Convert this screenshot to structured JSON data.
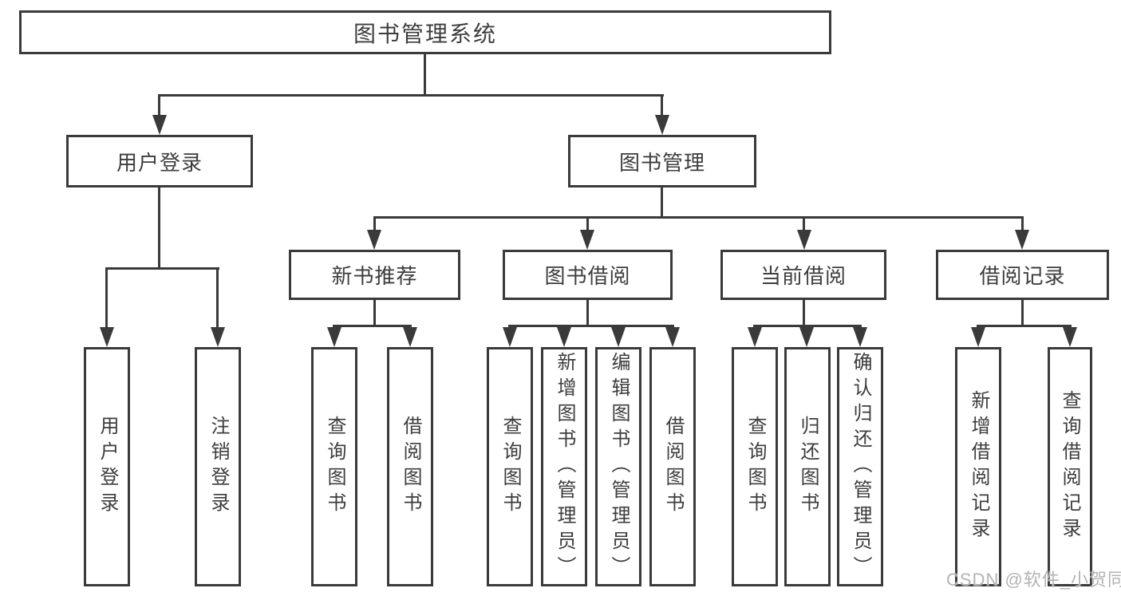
{
  "colors": {
    "ink": "#3a3a3a",
    "paper": "#ffffff",
    "wm": "#b3b3b3"
  },
  "watermark": {
    "text": "CSDN @软件_小贺同学"
  },
  "tree": {
    "label": "图书管理系统",
    "children": [
      {
        "label": "用户登录",
        "children": [
          {
            "label": "用户登录"
          },
          {
            "label": "注销登录"
          }
        ]
      },
      {
        "label": "图书管理",
        "children": [
          {
            "label": "新书推荐",
            "children": [
              {
                "label": "查询图书"
              },
              {
                "label": "借阅图书"
              }
            ]
          },
          {
            "label": "图书借阅",
            "children": [
              {
                "label": "查询图书"
              },
              {
                "label": "新增图书（管理员）"
              },
              {
                "label": "编辑图书（管理员）"
              },
              {
                "label": "借阅图书"
              }
            ]
          },
          {
            "label": "当前借阅",
            "children": [
              {
                "label": "查询图书"
              },
              {
                "label": "归还图书"
              },
              {
                "label": "确认归还（管理员）"
              }
            ]
          },
          {
            "label": "借阅记录",
            "children": [
              {
                "label": "新增借阅记录"
              },
              {
                "label": "查询借阅记录"
              }
            ]
          }
        ]
      }
    ]
  }
}
